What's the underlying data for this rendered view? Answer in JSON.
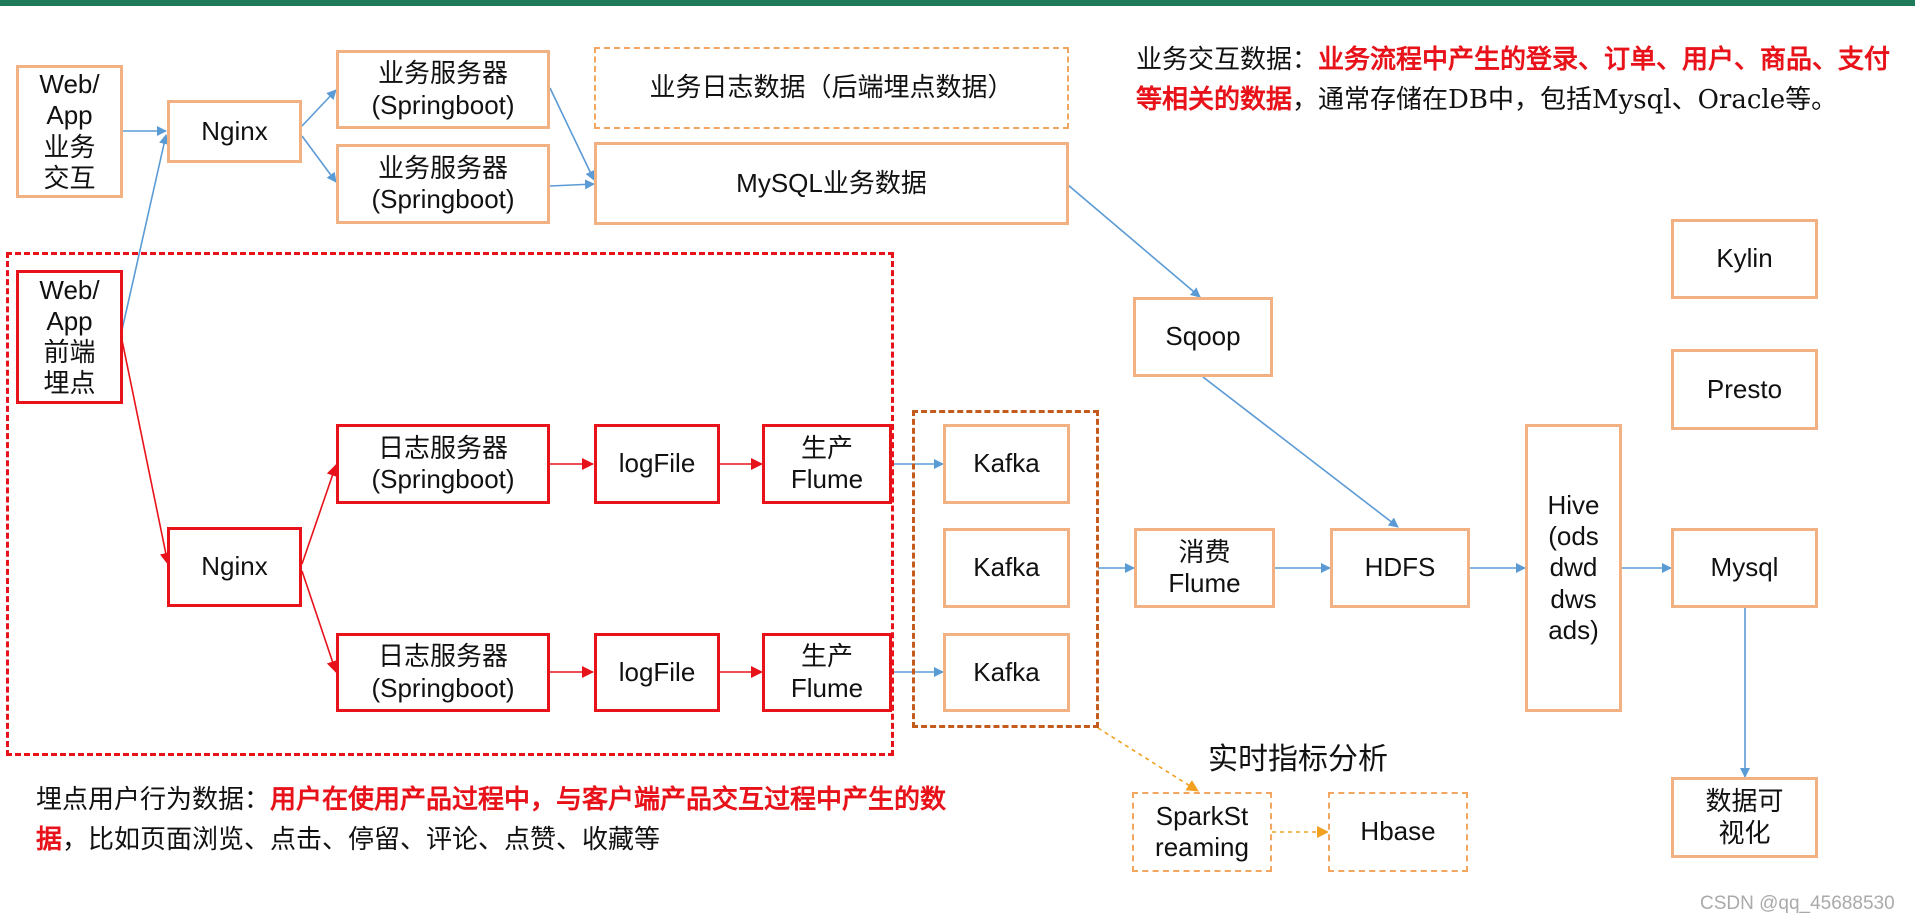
{
  "nodes": {
    "web_app_interact": "Web/\nApp\n业务\n交互",
    "nginx_top": "Nginx",
    "biz_server_1": "业务服务器\n(Springboot)",
    "biz_server_2": "业务服务器\n(Springboot)",
    "biz_log_data": "业务日志数据（后端埋点数据）",
    "mysql_biz": "MySQL业务数据",
    "web_app_tracking": "Web/\nApp\n前端\n埋点",
    "nginx_bottom": "Nginx",
    "log_server_1": "日志服务器\n(Springboot)",
    "log_server_2": "日志服务器\n(Springboot)",
    "logfile_1": "logFile",
    "logfile_2": "logFile",
    "flume_prod_1": "生产\nFlume",
    "flume_prod_2": "生产\nFlume",
    "kafka_1": "Kafka",
    "kafka_2": "Kafka",
    "kafka_3": "Kafka",
    "sqoop": "Sqoop",
    "flume_consume": "消费\nFlume",
    "hdfs": "HDFS",
    "hive": "Hive\n(ods\ndwd\ndws\nads)",
    "kylin": "Kylin",
    "presto": "Presto",
    "mysql_result": "Mysql",
    "visualization": "数据可\n视化",
    "spark_streaming": "SparkSt\nreaming",
    "hbase": "Hbase"
  },
  "business_note": {
    "lead": "业务交互数据：",
    "highlight": "业务流程中产生的登录、订单、用户、商品、支付等相关的数据",
    "rest": "，通常存储在DB中，包括Mysql、Oracle等。"
  },
  "tracking_note": {
    "lead": "埋点用户行为数据：",
    "highlight": "用户在使用产品过程中，与客户端产品交互过程中产生的数据",
    "rest": "，比如页面浏览、点击、停留、评论、点赞、收藏等"
  },
  "realtime_title": "实时指标分析",
  "watermark": "CSDN @qq_45688530",
  "colors": {
    "top_bar": "#1f7a5a",
    "orange_border": "#f2b183",
    "red": "#e8131a",
    "blue_arrow": "#5b9bd5",
    "dashed_orange": "#f2a65f",
    "kafka_frame": "#c45a1b"
  }
}
